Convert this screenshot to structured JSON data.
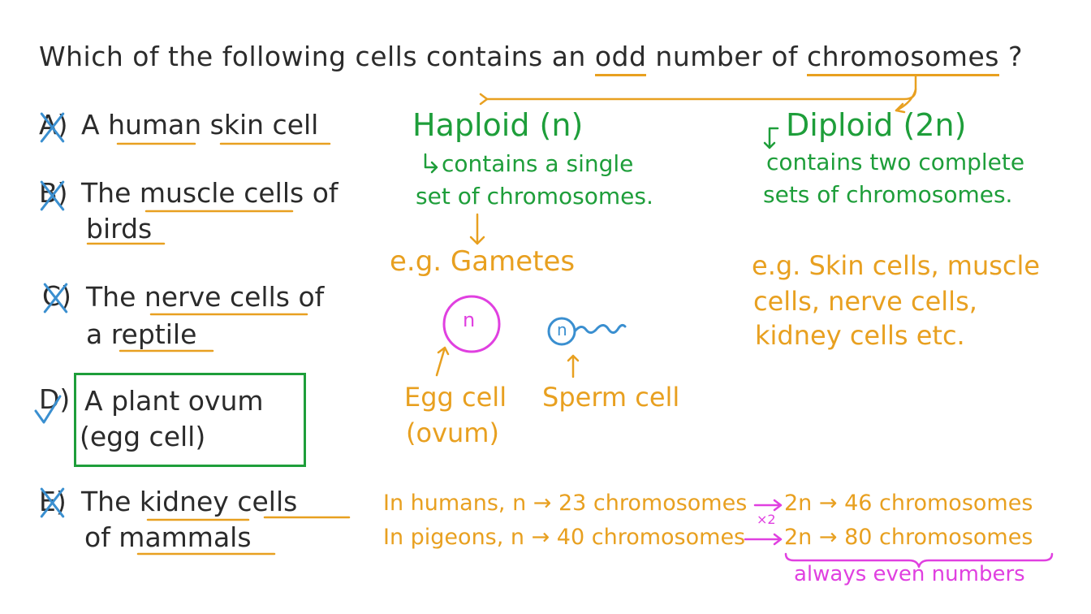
{
  "question": {
    "prefix": "Which of the following cells contains an ",
    "word_odd": "odd",
    "mid": " number of ",
    "word_chromosomes": "chromosomes",
    "suffix": " ?"
  },
  "options": [
    {
      "label": "A)",
      "line1": "A human skin cell",
      "line2": ""
    },
    {
      "label": "B)",
      "line1": "The muscle cells of",
      "line2": "birds"
    },
    {
      "label": "C)",
      "line1": "The nerve cells of",
      "line2": "a reptile"
    },
    {
      "label": "D)",
      "line1": "A plant ovum",
      "line2": "(egg cell)"
    },
    {
      "label": "E)",
      "line1": "The kidney cells",
      "line2": "of mammals"
    }
  ],
  "haploid": {
    "title": "Haploid (n)",
    "line1": "contains a single",
    "line2": "set of chromosomes.",
    "example": "e.g. Gametes",
    "egg_symbol": "n",
    "sperm_symbol": "n",
    "egg_label1": "Egg cell",
    "egg_label2": "(ovum)",
    "sperm_label": "Sperm cell"
  },
  "diploid": {
    "title": "Diploid (2n)",
    "line1": "contains two complete",
    "line2": "sets of chromosomes.",
    "example1": "e.g. Skin cells, muscle",
    "example2": "cells, nerve cells,",
    "example3": "kidney cells etc."
  },
  "facts": {
    "humans_left": "In humans, n → 23 chromosomes",
    "humans_right": "2n → 46 chromosomes",
    "pigeons_left": "In pigeons, n → 40 chromosomes",
    "pigeons_right": "2n → 80 chromosomes",
    "times_two": "×2",
    "note": "always even numbers"
  },
  "colors": {
    "ink": "#2b2b2b",
    "green": "#1e9e3a",
    "orange": "#e8a020",
    "magenta": "#e040e0",
    "blue": "#3a8fd0"
  }
}
